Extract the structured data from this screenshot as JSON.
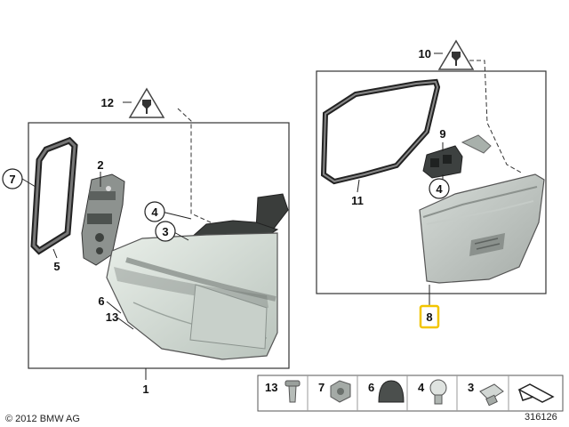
{
  "diagram": {
    "callouts": {
      "c1": "1",
      "c2": "2",
      "c3": "3",
      "c4": "4",
      "c5": "5",
      "c6": "6",
      "c7": "7",
      "c8": "8",
      "c9": "9",
      "c10": "10",
      "c11": "11",
      "c12": "12",
      "c13": "13",
      "c4b": "4"
    },
    "legend": [
      {
        "label": "13",
        "icon": "push-rivet-icon"
      },
      {
        "label": "7",
        "icon": "hex-nut-icon"
      },
      {
        "label": "6",
        "icon": "rubber-cap-icon"
      },
      {
        "label": "4",
        "icon": "bulb-icon"
      },
      {
        "label": "3",
        "icon": "socket-bulb-icon"
      },
      {
        "label": "",
        "icon": "arrow-next-icon"
      }
    ],
    "copyright": "© 2012 BMW AG",
    "drawing_number": "316126",
    "highlight_color": "#f2c500"
  }
}
